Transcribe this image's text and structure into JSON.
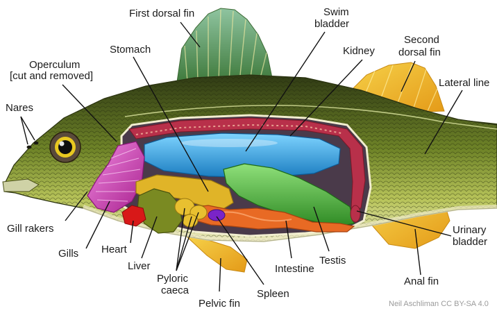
{
  "labels": {
    "first_dorsal_fin": "First dorsal fin",
    "swim_bladder_1": "Swim",
    "swim_bladder_2": "bladder",
    "stomach": "Stomach",
    "kidney": "Kidney",
    "second_dorsal_fin_1": "Second",
    "second_dorsal_fin_2": "dorsal fin",
    "operculum_1": "Operculum",
    "operculum_2": "[cut and removed]",
    "lateral_line": "Lateral line",
    "nares": "Nares",
    "gill_rakers": "Gill rakers",
    "gills": "Gills",
    "heart": "Heart",
    "liver": "Liver",
    "pyloric_caeca_1": "Pyloric",
    "pyloric_caeca_2": "caeca",
    "pelvic_fin": "Pelvic fin",
    "spleen": "Spleen",
    "intestine": "Intestine",
    "testis": "Testis",
    "urinary_bladder_1": "Urinary",
    "urinary_bladder_2": "bladder",
    "anal_fin": "Anal fin"
  },
  "credit": "Neil Aschliman CC BY-SA 4.0",
  "colors": {
    "body_dark": "#3d4a1c",
    "body_light": "#9ab23a",
    "belly": "#e8e2b0",
    "fin_yellow": "#f0c020",
    "fin_green": "#5f9a58",
    "swim_bladder": "#3aa8e0",
    "kidney": "#b8304a",
    "stomach": "#e0b428",
    "testis": "#5cc23c",
    "liver": "#7a8a22",
    "heart": "#d81818",
    "spleen": "#7a24c8",
    "intestine": "#e86a24",
    "gills": "#c840b8"
  }
}
